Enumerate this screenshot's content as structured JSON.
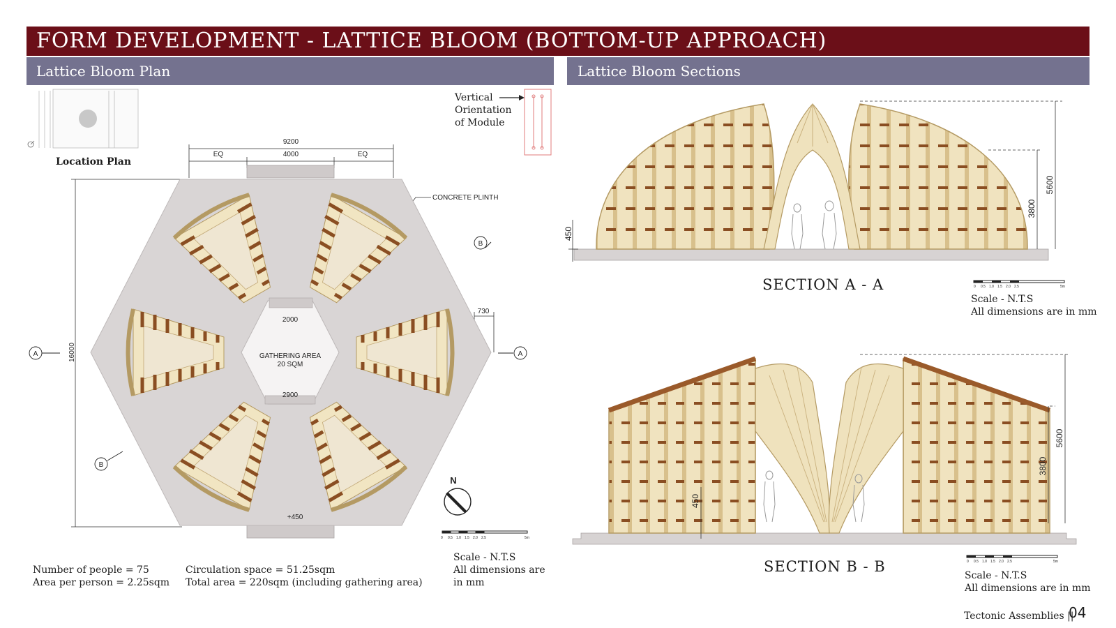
{
  "header": {
    "title": "FORM DEVELOPMENT - LATTICE BLOOM (BOTTOM-UP APPROACH)",
    "left_panel_title": "Lattice Bloom Plan",
    "right_panel_title": "Lattice Bloom Sections"
  },
  "plan": {
    "location_plan_label": "Location Plan",
    "module_note": [
      "Vertical",
      "Orientation",
      "of Module"
    ],
    "dims": {
      "total_width": "9200",
      "eq_left": "EQ",
      "mid": "4000",
      "eq_right": "EQ",
      "height": "16000",
      "gap": "730",
      "inner_top": "2000",
      "inner_bottom": "2900",
      "level": "+450"
    },
    "plinth_label": "CONCRETE PLINTH",
    "gathering_label": [
      "GATHERING AREA",
      "20 SQM"
    ],
    "section_markers": {
      "a": "A",
      "b": "B"
    },
    "north_label": "N",
    "scale_ticks": [
      "0",
      "0.5",
      "1.0",
      "1.5",
      "2.0",
      "2.5",
      "5m"
    ],
    "scale_note": [
      "Scale - N.T.S",
      "All dimensions are",
      "in mm"
    ],
    "stats": {
      "people": "Number of people = 75",
      "area_per_person": "Area per person = 2.25sqm",
      "circulation": "Circulation space = 51.25sqm",
      "total_area": "Total area = 220sqm (including gathering area)"
    }
  },
  "sections": {
    "section_aa": {
      "title": "SECTION A - A",
      "dim_plinth": "450",
      "dim_mid": "3800",
      "dim_total": "5600",
      "scale_ticks": [
        "0",
        "0.5",
        "1.0",
        "1.5",
        "2.0",
        "2.5",
        "5m"
      ],
      "scale_note": [
        "Scale - N.T.S",
        "All dimensions are in mm"
      ]
    },
    "section_bb": {
      "title": "SECTION B - B",
      "dim_plinth": "450",
      "dim_mid": "3800",
      "dim_total": "5600",
      "scale_ticks": [
        "0",
        "0.5",
        "1.0",
        "1.5",
        "2.0",
        "2.5",
        "5m"
      ],
      "scale_note": [
        "Scale - N.T.S",
        "All dimensions are in mm"
      ]
    }
  },
  "footer": {
    "text": "Tectonic Assemblies ||",
    "page": "04"
  },
  "colors": {
    "title_bar": "#6b0f18",
    "sub_bar": "#74728f",
    "timber": "#e8d6a8",
    "timber_dark": "#9a5a2a",
    "plinth": "#d7d3d3"
  }
}
